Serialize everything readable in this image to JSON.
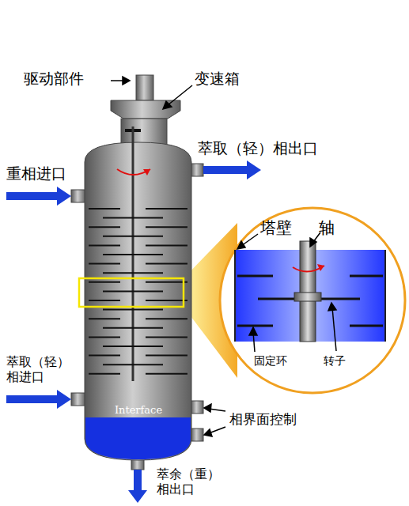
{
  "diagram": {
    "nodes": [
      {
        "text": [
          "Interface"
        ]
      },
      {
        "text": [
          "塔壁",
          "轴",
          "固定环",
          "转子"
        ]
      }
    ],
    "labels": [
      "驱动部件",
      "变速箱",
      "萃取（轻）相出口",
      "重相进口",
      "萃取（轻） 相进口",
      "相界面控制",
      "萃余（重） 相出口"
    ]
  }
}
